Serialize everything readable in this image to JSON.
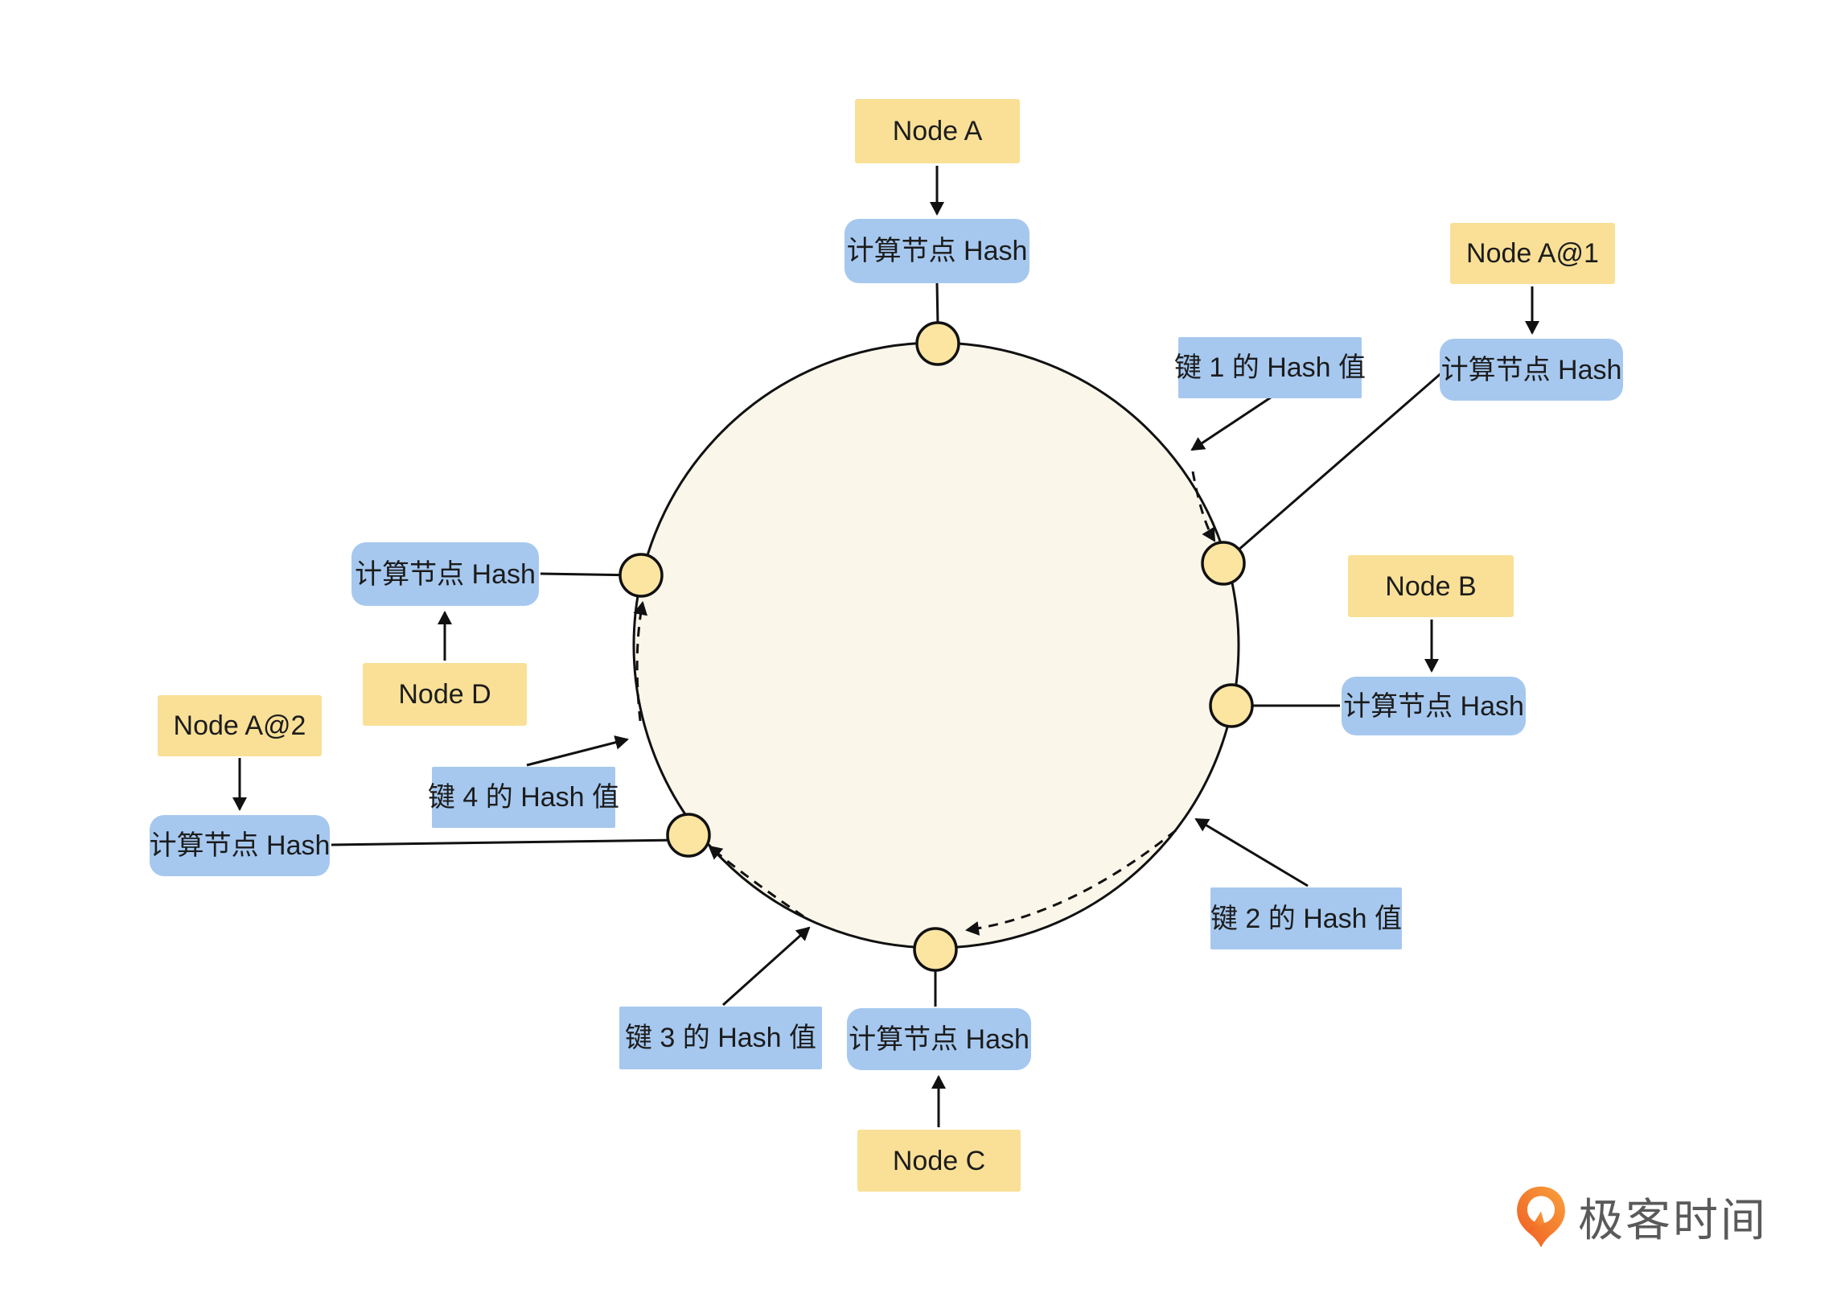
{
  "diagram": {
    "type": "consistent-hashing-ring",
    "node_boxes": {
      "node_a": "Node A",
      "node_a1": "Node A@1",
      "node_b": "Node B",
      "node_c": "Node C",
      "node_d": "Node D",
      "node_a2": "Node A@2"
    },
    "hash_box_label": "计算节点 Hash",
    "key_boxes": {
      "key1": "键 1 的 Hash 值",
      "key2": "键 2 的 Hash 值",
      "key3": "键 3 的 Hash 值",
      "key4": "键 4 的 Hash 值"
    },
    "ring": {
      "shape": "circle",
      "node_count": 6
    },
    "colors": {
      "yellow_box": "#F9E096",
      "ring_node": "#FBE5A1",
      "blue_box": "#A6C8EF",
      "ring_fill": "#FAF6EA",
      "line": "#111111",
      "logo_orange": "#F26B1D",
      "logo_text": "#5A5A5A"
    }
  },
  "logo": {
    "text": "极客时间"
  }
}
